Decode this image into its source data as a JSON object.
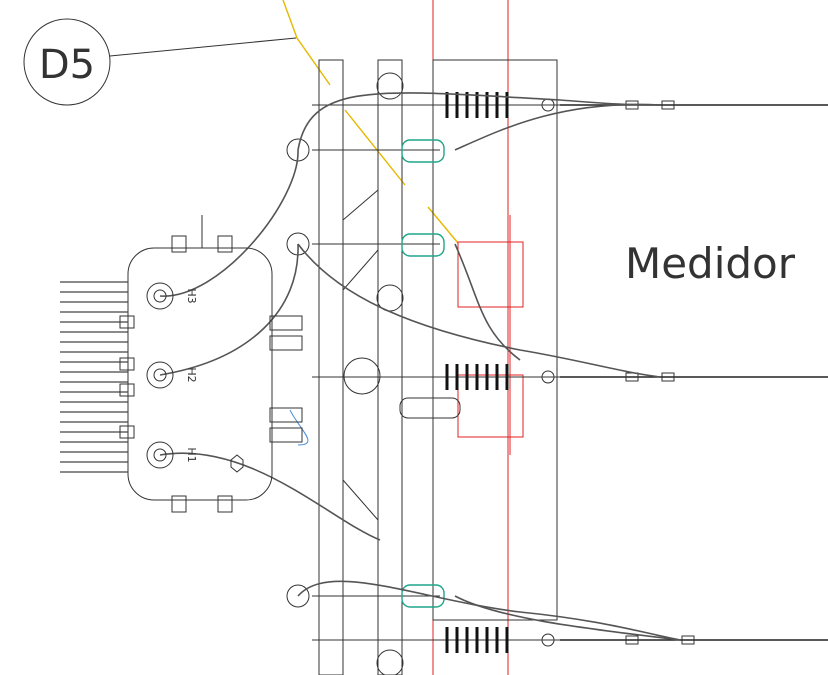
{
  "callout": {
    "text": "D5"
  },
  "labels": {
    "meter": "Medidor",
    "h1": "H1",
    "h2": "H2",
    "h3": "H3"
  },
  "colors": {
    "line": "#333333",
    "red": "#e02020",
    "yellow": "#e6b800",
    "insulator": "#1fa58a",
    "wire": "#555555"
  }
}
